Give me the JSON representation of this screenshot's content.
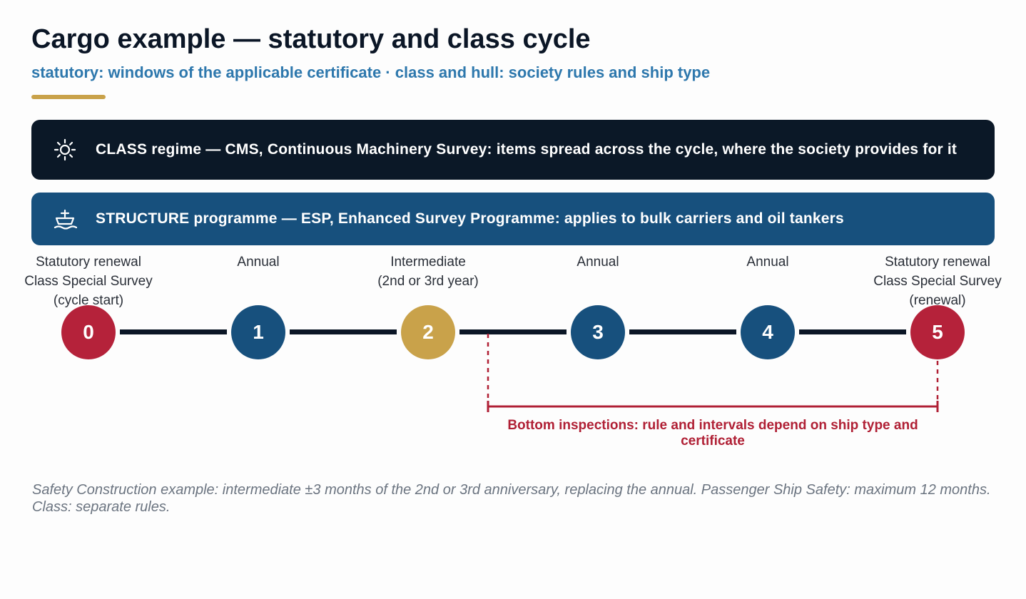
{
  "header": {
    "title": "Cargo example — statutory and class cycle",
    "subtitle": "statutory: windows of the applicable certificate · class and hull: society rules and ship type"
  },
  "banners": [
    {
      "icon": "gear-sun-icon",
      "text": "CLASS regime — CMS, Continuous Machinery Survey: items spread across the cycle, where the society provides for it",
      "color": "#0b1827"
    },
    {
      "icon": "ship-icon",
      "text": "STRUCTURE programme — ESP, Enhanced Survey Programme: applies to bulk carriers and oil tankers",
      "color": "#17507d"
    }
  ],
  "timeline": {
    "nodes": [
      {
        "number": "0",
        "label_lines": [
          "Statutory renewal",
          "Class Special Survey",
          "(cycle start)"
        ],
        "color": "#b5223a"
      },
      {
        "number": "1",
        "label_lines": [
          "Annual"
        ],
        "color": "#17507d"
      },
      {
        "number": "2",
        "label_lines": [
          "Intermediate",
          "(2nd or 3rd year)"
        ],
        "color": "#c9a24a"
      },
      {
        "number": "3",
        "label_lines": [
          "Annual"
        ],
        "color": "#17507d"
      },
      {
        "number": "4",
        "label_lines": [
          "Annual"
        ],
        "color": "#17507d"
      },
      {
        "number": "5",
        "label_lines": [
          "Statutory renewal",
          "Class Special Survey",
          "(renewal)"
        ],
        "color": "#b5223a"
      }
    ],
    "connector_color": "#0b1626"
  },
  "bottom_inspections": {
    "text": "Bottom inspections: rule and intervals depend on ship type and certificate",
    "color": "#b02035"
  },
  "footer": {
    "note": "Safety Construction example: intermediate ±3 months of the 2nd or 3rd anniversary, replacing the annual. Passenger Ship Safety: maximum 12 months. Class: separate rules."
  }
}
